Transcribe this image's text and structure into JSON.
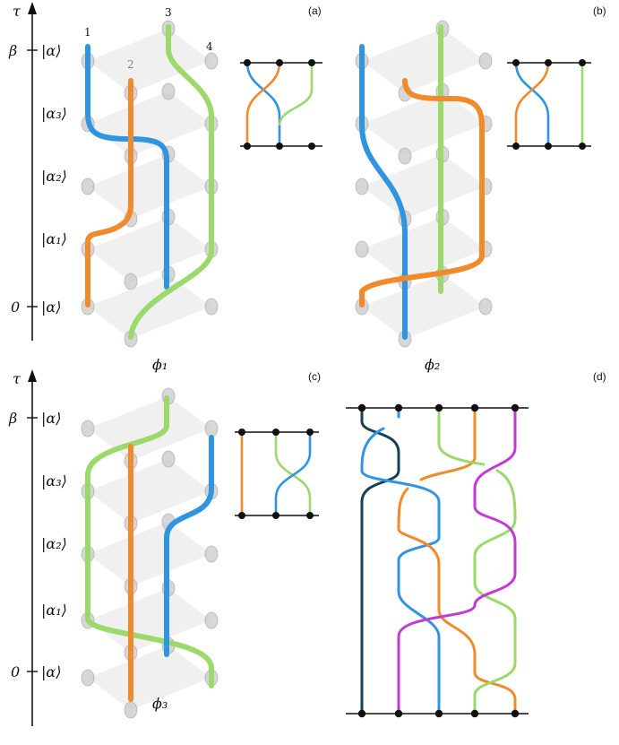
{
  "colors": {
    "blue": "#2f95e0",
    "orange": "#f08a2a",
    "green": "#9ad96a",
    "purple": "#c23ad6",
    "navy": "#173f5a",
    "plane": "#e4e4e4",
    "node": "#c9c9c9"
  },
  "panels": [
    {
      "id": "a",
      "label": "(a)",
      "phi": "ϕ₁",
      "site_numbers": [
        "1",
        "2",
        "3",
        "4"
      ]
    },
    {
      "id": "b",
      "label": "(b)",
      "phi": "ϕ₂"
    },
    {
      "id": "c",
      "label": "(c)",
      "phi": "ϕ₃"
    },
    {
      "id": "d",
      "label": "(d)"
    }
  ],
  "axis": {
    "tau": "τ",
    "beta": "β",
    "zero": "0",
    "kets_top": [
      "|α⟩",
      "|α₃⟩",
      "|α₂⟩",
      "|α₁⟩",
      "|α⟩"
    ],
    "kets_bottom": [
      "|α⟩",
      "|α₃⟩",
      "|α₂⟩",
      "|α₁⟩",
      "|α⟩"
    ]
  }
}
